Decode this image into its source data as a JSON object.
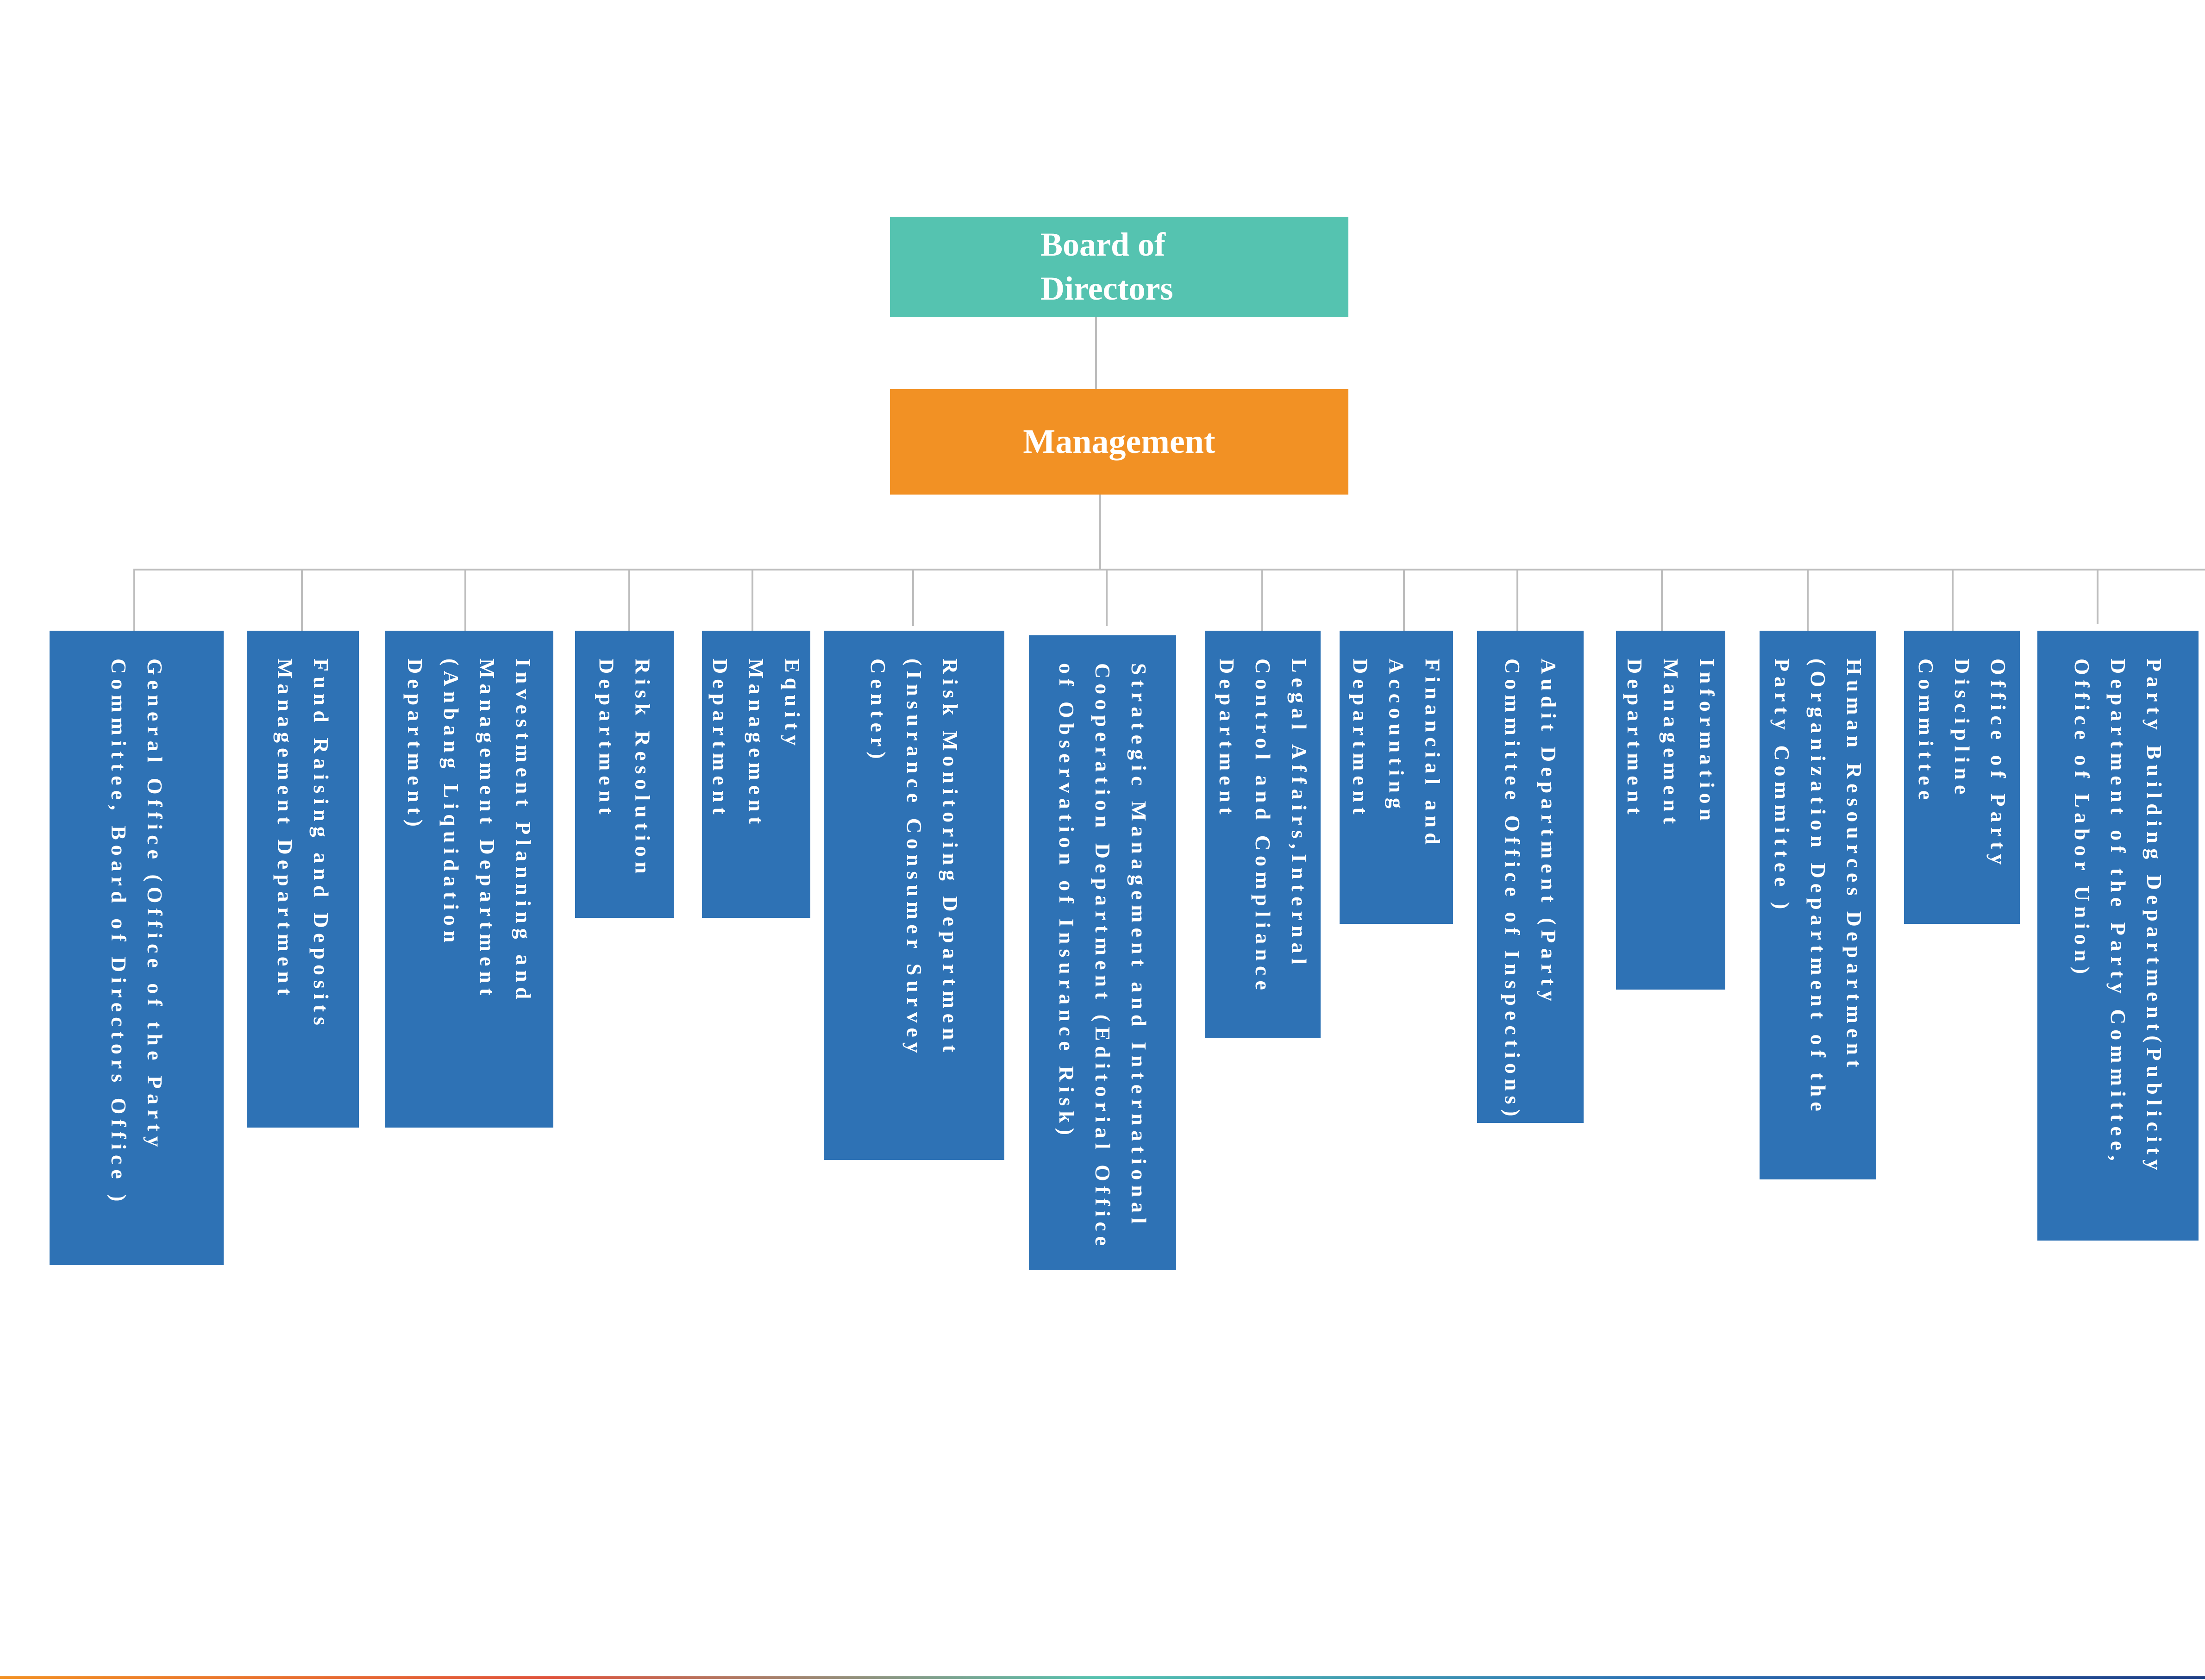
{
  "top": {
    "board": "Board of\nDirectors",
    "management": "Management"
  },
  "departments": [
    "General Office (Office of the Party\nCommittee, Board of Directors Office )",
    "Fund Raising and Deposits\nManagement Department",
    "Investment Planning and\nManagement Department\n(Anbang Liquidation\nDepartment)",
    "Risk Resolution\nDepartment",
    "Equity\nManagement\nDepartment",
    "Risk Monitoring Department\n(Insurance Consumer Survey\nCenter)",
    "Strategic Management and International\nCooperation Department (Editorial Office\nof Observation of Insurance Risk)",
    "Legal Affairs,Internal\nControl and Compliance\nDepartment",
    "Financial and\nAccounting\nDepartment",
    "Audit Department (Party\nCommittee Office of Inspections)",
    "Information\nManagement\nDepartment",
    "Human Resources Department\n(Organization Department of the\nParty Committee )",
    "Office of Party\nDiscipline\nCommittee",
    "Party Building Department(Publicity\nDepartment of the Party Committee,\nOffice of Labor Union)"
  ],
  "colors": {
    "board": "#55c3b0",
    "management": "#f29124",
    "department": "#2e72b5",
    "connector": "#bdbdbd"
  }
}
